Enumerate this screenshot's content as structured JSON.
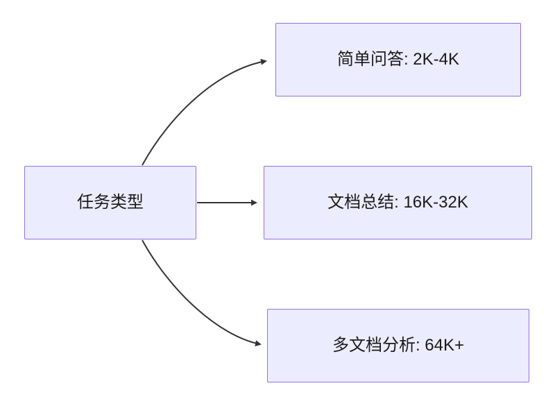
{
  "diagram": {
    "type": "flowchart",
    "direction": "left-to-right",
    "root": {
      "label": "任务类型"
    },
    "nodes": [
      {
        "label": "简单问答: 2K-4K"
      },
      {
        "label": "文档总结: 16K-32K"
      },
      {
        "label": "多文档分析: 64K+"
      }
    ],
    "edges": [
      {
        "from": "任务类型",
        "to": "简单问答: 2K-4K"
      },
      {
        "from": "任务类型",
        "to": "文档总结: 16K-32K"
      },
      {
        "from": "任务类型",
        "to": "多文档分析: 64K+"
      }
    ],
    "colors": {
      "node_fill": "#ECECFF",
      "node_border": "#9370DB",
      "edge_stroke": "#333333",
      "text": "#1a1a1a",
      "background": "#ffffff"
    }
  }
}
